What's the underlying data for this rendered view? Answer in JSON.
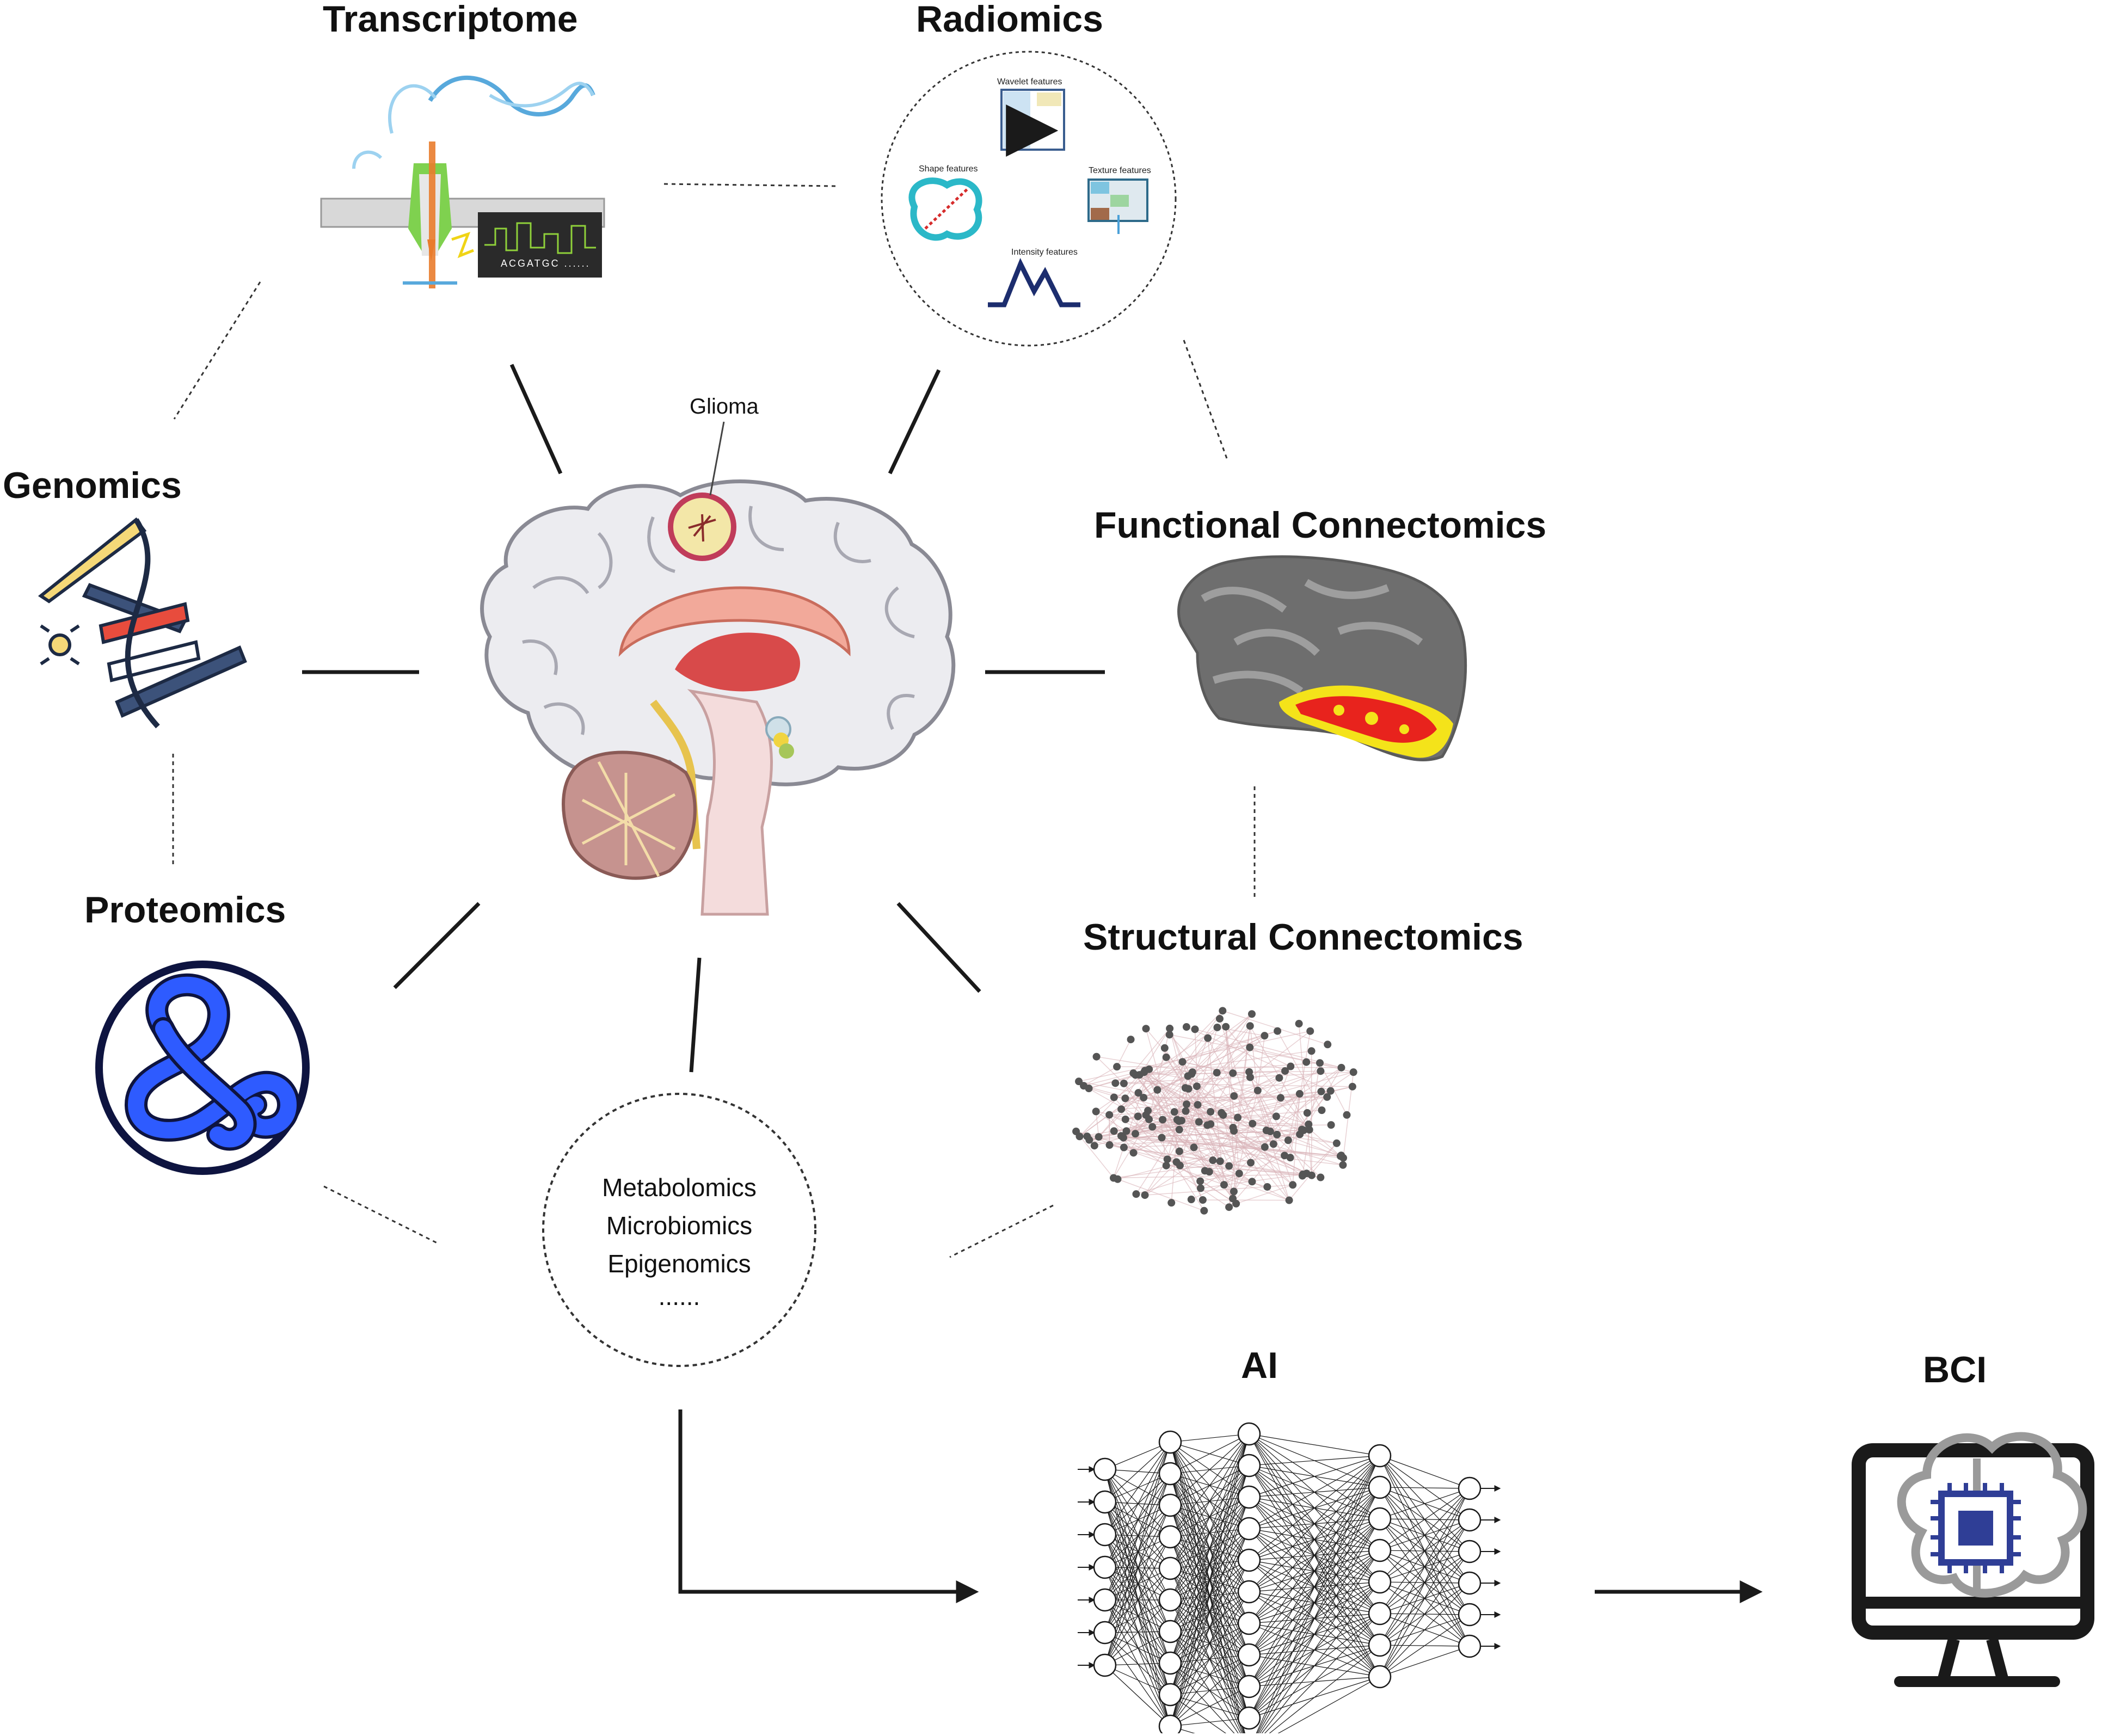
{
  "nodes": {
    "transcriptome": "Transcriptome",
    "radiomics": "Radiomics",
    "genomics": "Genomics",
    "functional": "Functional Connectomics",
    "proteomics": "Proteomics",
    "structural": "Structural Connectomics",
    "ai": "AI",
    "bci": "BCI"
  },
  "center": {
    "tumor_label": "Glioma"
  },
  "radiomics_features": {
    "wavelet": "Wavelet features",
    "shape": "Shape features",
    "texture": "Texture features",
    "intensity": "Intensity features"
  },
  "sequence_text": "ACGATGC ......",
  "other_omics": {
    "line1": "Metabolomics",
    "line2": "Microbiomics",
    "line3": "Epigenomics",
    "line4": "......"
  },
  "colors": {
    "line": "#1a1a1a",
    "protein_blue": "#2e5bff",
    "heat_red": "#e8231d",
    "heat_yellow": "#f4e31a",
    "brain_gray": "#6b6b6b"
  }
}
